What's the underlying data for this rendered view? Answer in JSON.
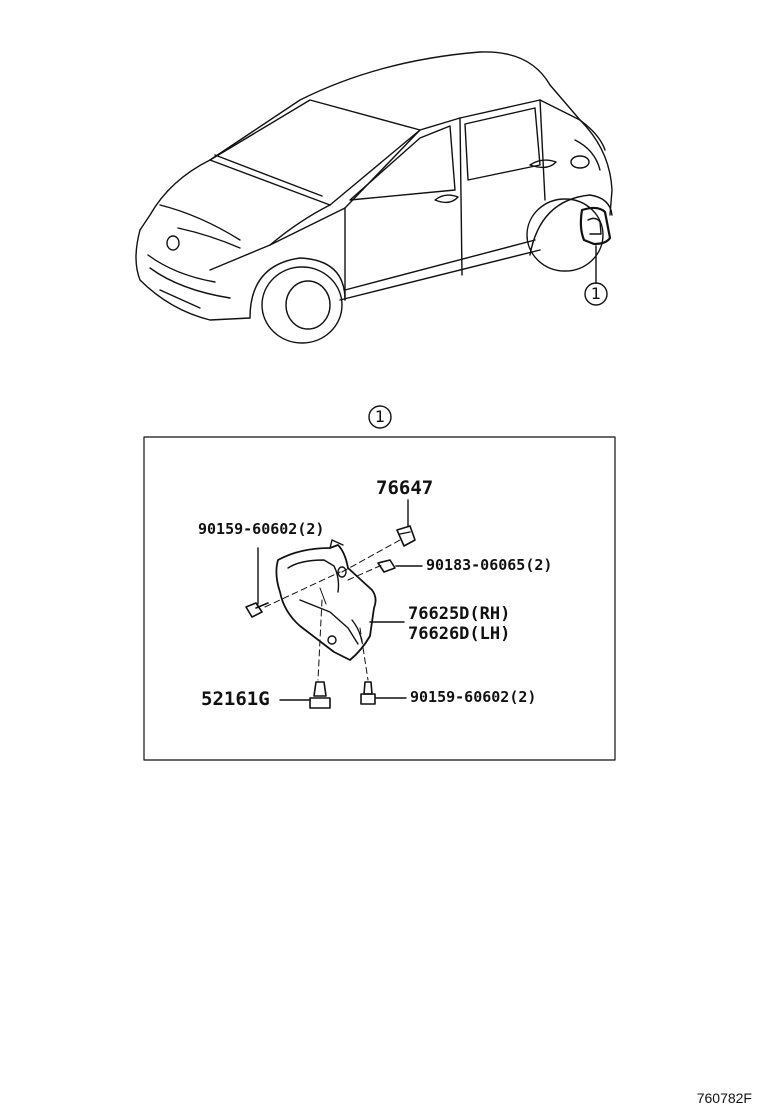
{
  "callout": {
    "number": "1"
  },
  "parts": {
    "top_part": "76647",
    "screw_upper_left": "90159-60602(2)",
    "nut_right": "90183-06065(2)",
    "mudguard_rh": "76625D(RH)",
    "mudguard_lh": "76626D(LH)",
    "clip": "52161G",
    "screw_bottom": "90159-60602(2)"
  },
  "figure_code": "760782F",
  "colors": {
    "ink": "#111111",
    "background": "#ffffff"
  }
}
